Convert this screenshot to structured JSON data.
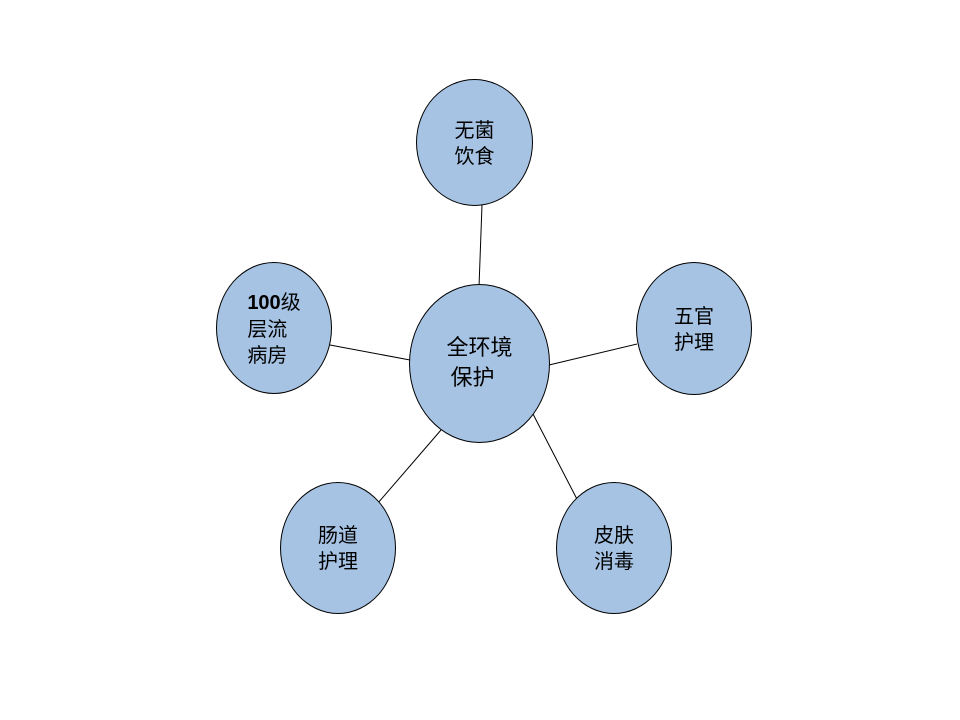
{
  "diagram": {
    "center": {
      "line1": "全环境",
      "line2": "保护"
    },
    "nodes": {
      "food": {
        "line1": "无菌",
        "line2": "饮食"
      },
      "facial": {
        "line1": "五官",
        "line2": "护理"
      },
      "skin": {
        "line1": "皮肤",
        "line2": "消毒"
      },
      "intestinal": {
        "line1": "肠道",
        "line2": "护理"
      },
      "room": {
        "line1_num": "100",
        "line1_text": "级",
        "line2": "层流",
        "line3": "病房"
      }
    },
    "colors": {
      "node_fill": "#a6c3e4",
      "node_border": "#000000",
      "connector": "#000000",
      "background": "#ffffff"
    }
  }
}
